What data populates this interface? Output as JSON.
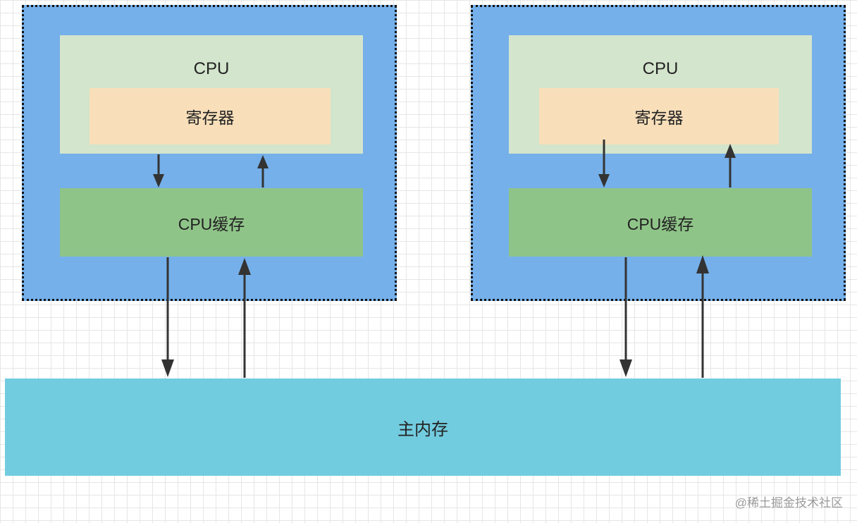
{
  "colors": {
    "core_bg": "#75b0ea",
    "cpu_bg": "#d3e5cc",
    "register_bg": "#f8dfba",
    "cache_bg": "#8fc488",
    "memory_bg": "#72ccdf",
    "arrow": "#333333"
  },
  "cores": [
    {
      "cpu_label": "CPU",
      "register_label": "寄存器",
      "cache_label": "CPU缓存"
    },
    {
      "cpu_label": "CPU",
      "register_label": "寄存器",
      "cache_label": "CPU缓存"
    }
  ],
  "memory": {
    "label": "主内存"
  },
  "watermark": "@稀土掘金技术社区"
}
